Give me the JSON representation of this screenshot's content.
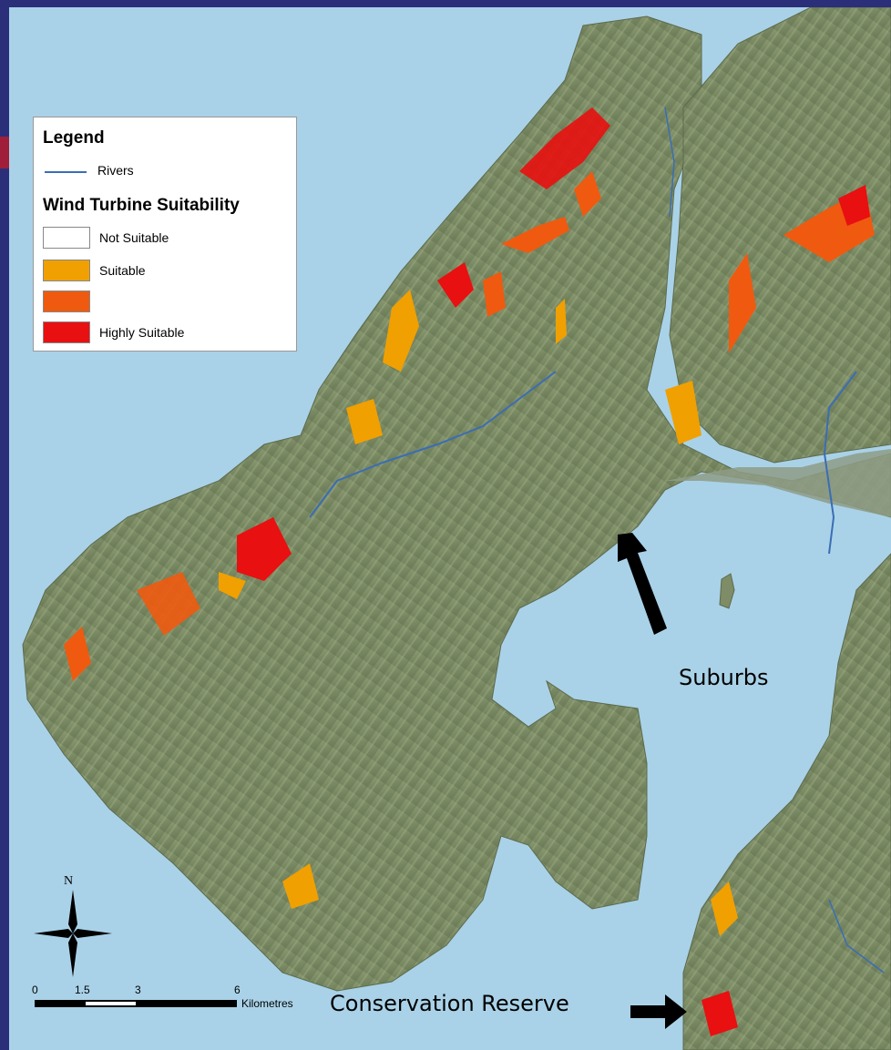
{
  "legend": {
    "title": "Legend",
    "rivers_label": "Rivers",
    "suitability_title": "Wind Turbine Suitability",
    "classes": [
      {
        "label": "Not Suitable",
        "color": "#ffffff"
      },
      {
        "label": "Suitable",
        "color": "#f0a000"
      },
      {
        "label": "",
        "color": "#ef5a10"
      },
      {
        "label": "Highly Suitable",
        "color": "#e81010"
      }
    ],
    "river_color": "#3a6db5"
  },
  "annotations": {
    "suburbs": "Suburbs",
    "conservation_reserve": "Conservation Reserve"
  },
  "north_arrow": {
    "label": "N"
  },
  "scale_bar": {
    "ticks": [
      "0",
      "1.5",
      "3",
      "6"
    ],
    "unit": "Kilometres"
  },
  "colors": {
    "frame": "#2b2f7a",
    "water": "#a9d2e8",
    "land": "#7e8d67",
    "land_dark": "#5f6e4e",
    "accent_bar": "#a01e3a"
  }
}
